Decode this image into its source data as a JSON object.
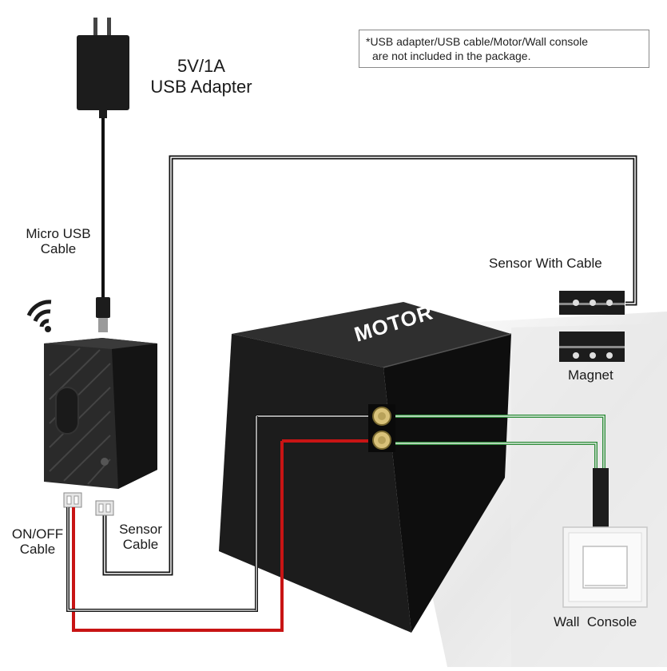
{
  "note": {
    "line1": "*USB adapter/USB cable/Motor/Wall console",
    "line2": "are not included in the package."
  },
  "labels": {
    "adapter_line1": "5V/1A",
    "adapter_line2": "USB Adapter",
    "micro_usb_line1": "Micro USB",
    "micro_usb_line2": "Cable",
    "sensor_with_cable": "Sensor With Cable",
    "magnet": "Magnet",
    "motor": "MOTOR",
    "on_off_line1": "ON/OFF",
    "on_off_line2": "Cable",
    "sensor_cable_line1": "Sensor",
    "sensor_cable_line2": "Cable",
    "wall_console": "Wall  Console"
  },
  "colors": {
    "device_black": "#1c1c1c",
    "wire_black": "#111111",
    "wire_red": "#c81414",
    "wire_green": "#2e8b3a",
    "terminal_gold": "#d9c27a"
  },
  "icons": [
    "wifi-icon",
    "power-plug-icon"
  ]
}
